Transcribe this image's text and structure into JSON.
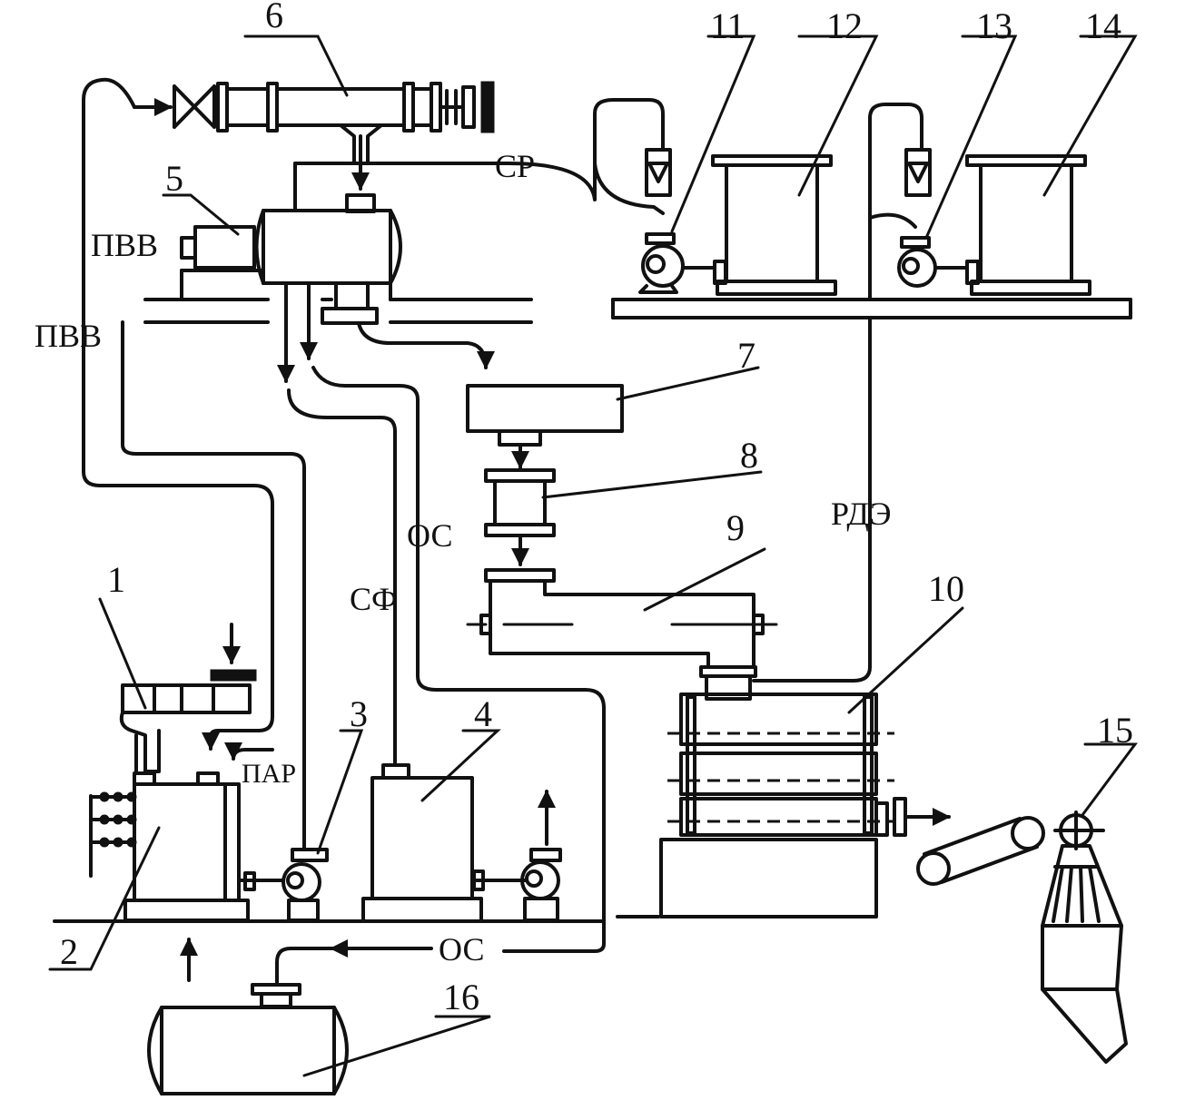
{
  "numbers": {
    "n1": "1",
    "n2": "2",
    "n3": "3",
    "n4": "4",
    "n5": "5",
    "n6": "6",
    "n7": "7",
    "n8": "8",
    "n9": "9",
    "n10": "10",
    "n11": "11",
    "n12": "12",
    "n13": "13",
    "n14": "14",
    "n15": "15",
    "n16": "16"
  },
  "streams": {
    "pvv_top": "ПВВ",
    "pvv_left": "ПВВ",
    "sr": "СР",
    "os_mid": "ОС",
    "sf": "СФ",
    "rde": "РДЭ",
    "par": "ПАР",
    "os_bottom": "ОС"
  }
}
